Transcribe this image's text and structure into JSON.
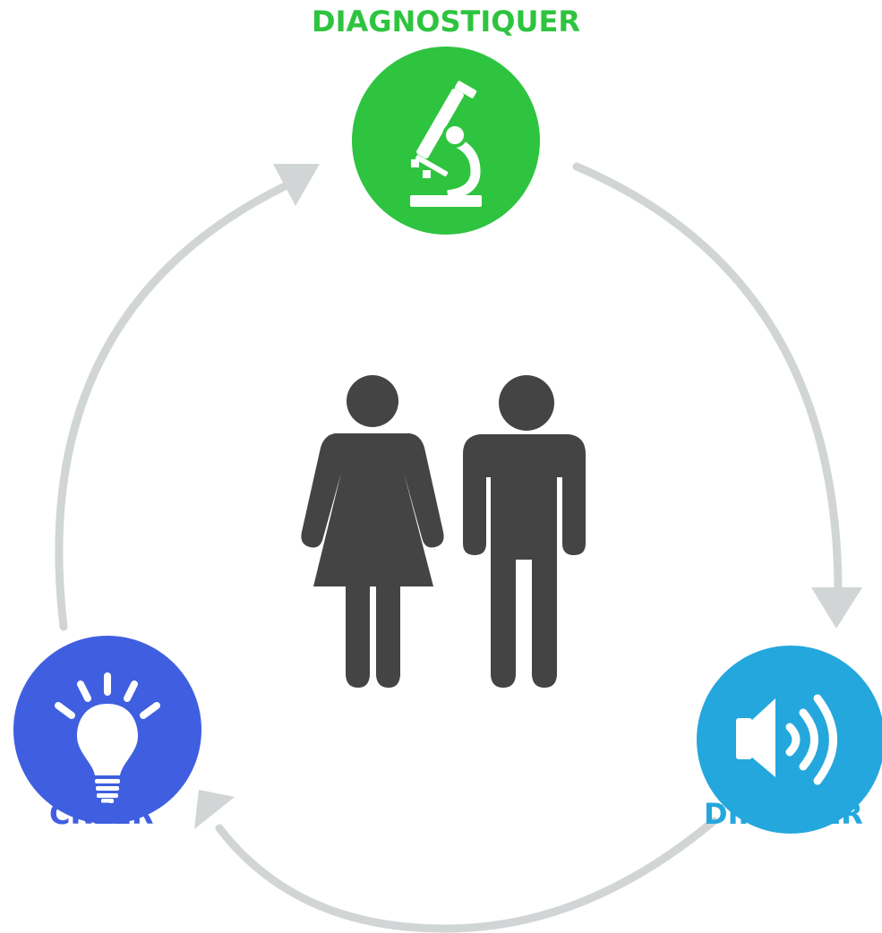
{
  "stages": {
    "diagnose": {
      "label": "DIAGNOSTIQUER",
      "icon": "microscope-icon",
      "color": "#2ec43f"
    },
    "spread": {
      "label": "DIFFUSER",
      "icon": "speaker-icon",
      "color": "#24a7dd"
    },
    "create": {
      "label": "CREER",
      "icon": "lightbulb-icon",
      "color": "#3f5fe0"
    }
  },
  "center": {
    "icon": "people-icon",
    "color": "#444444"
  },
  "arrows": {
    "color": "#d2d5d5"
  }
}
